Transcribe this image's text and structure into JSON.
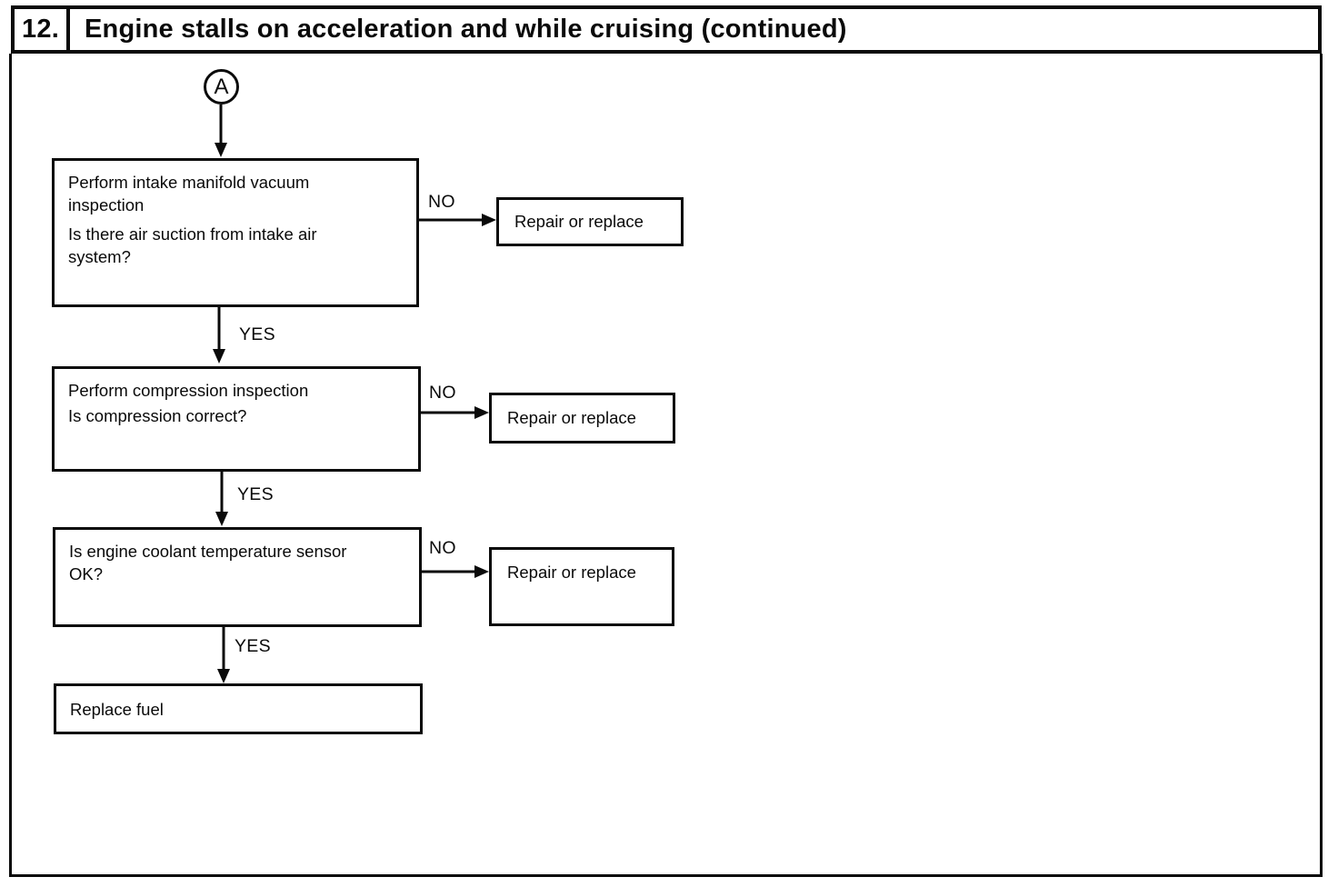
{
  "header": {
    "number": "12.",
    "title": "Engine stalls on acceleration and while cruising (continued)"
  },
  "flowchart": {
    "entry_connector": "A",
    "labels": {
      "yes": "YES",
      "no": "NO"
    },
    "nodes": {
      "vacuum": {
        "lines": [
          "Perform intake manifold vacuum",
          "inspection",
          "Is there air suction from intake air",
          "system?"
        ]
      },
      "compression": {
        "lines": [
          "Perform compression inspection",
          "Is compression correct?"
        ]
      },
      "coolant": {
        "lines": [
          "Is engine coolant temperature sensor",
          "OK?"
        ]
      },
      "replace_fuel": {
        "lines": [
          "Replace fuel"
        ]
      }
    },
    "actions": {
      "repair_1": "Repair or replace",
      "repair_2": "Repair or replace",
      "repair_3": "Repair or replace"
    }
  }
}
